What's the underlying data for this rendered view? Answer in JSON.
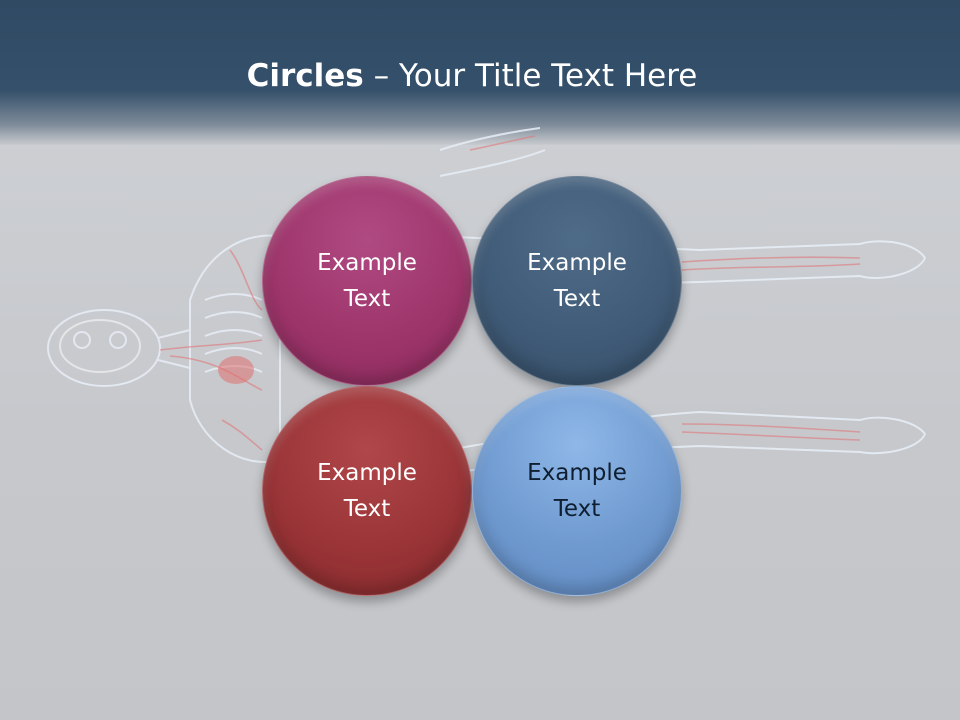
{
  "slide": {
    "title_bold": "Circles",
    "title_rest": " – Your Title Text Here"
  },
  "circles": [
    {
      "text": "Example Text",
      "color": "#9c3469"
    },
    {
      "text": "Example Text",
      "color": "#3f5a76"
    },
    {
      "text": "Example Text",
      "color": "#983336"
    },
    {
      "text": "Example Text",
      "color": "#6f9ad0"
    }
  ],
  "colors": {
    "header": "#34506a",
    "background": "#c6c8cc"
  }
}
